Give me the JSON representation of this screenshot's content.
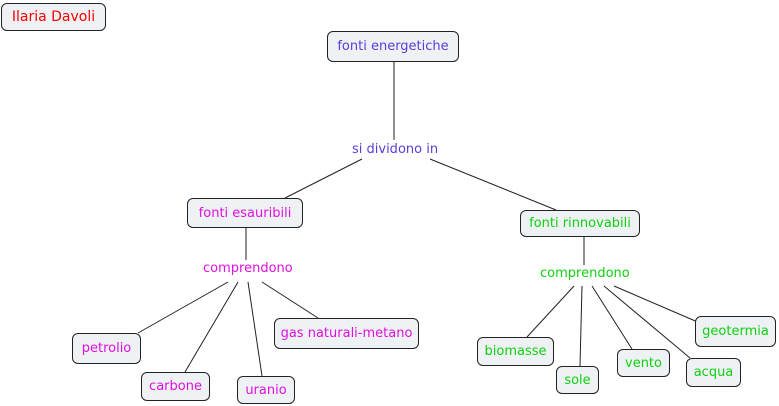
{
  "author": "Ilaria Davoli",
  "root": {
    "label": "fonti energetiche"
  },
  "root_link": "si dividono in",
  "exhaustible": {
    "label": "fonti esauribili",
    "link": "comprendono",
    "items": [
      "petrolio",
      "carbone",
      "uranio",
      "gas naturali-metano"
    ]
  },
  "renewable": {
    "label": "fonti rinnovabili",
    "link": "comprendono",
    "items": [
      "biomasse",
      "sole",
      "vento",
      "acqua",
      "geotermia"
    ]
  },
  "colors": {
    "author": "#ff0000",
    "root": "#5a3ddc",
    "exhaustible": "#e010e0",
    "renewable": "#10d010",
    "node_fill": "#eef2f4",
    "border": "#222222"
  }
}
